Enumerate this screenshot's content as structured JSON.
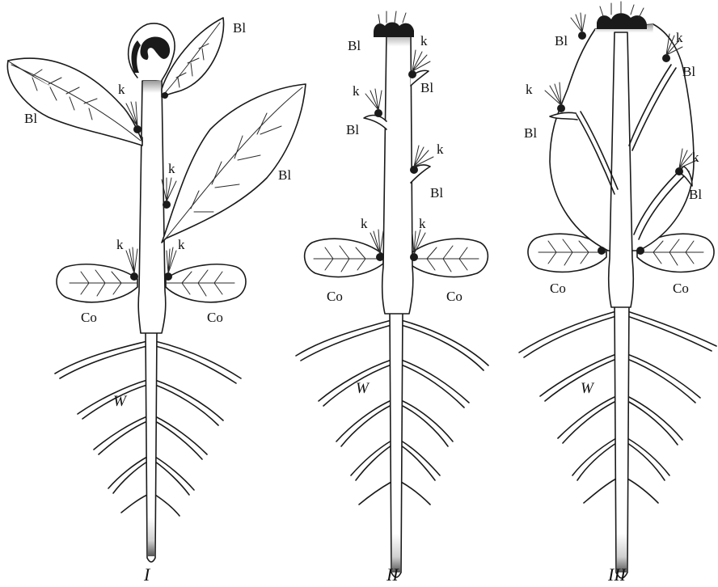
{
  "labels": {
    "leaf": "Bl",
    "bud": "k",
    "cotyledon": "Co",
    "root": "W"
  },
  "figures": {
    "one": "I",
    "two": "II",
    "three": "III"
  },
  "colors": {
    "ink": "#1a1a1a",
    "paper": "#ffffff"
  }
}
